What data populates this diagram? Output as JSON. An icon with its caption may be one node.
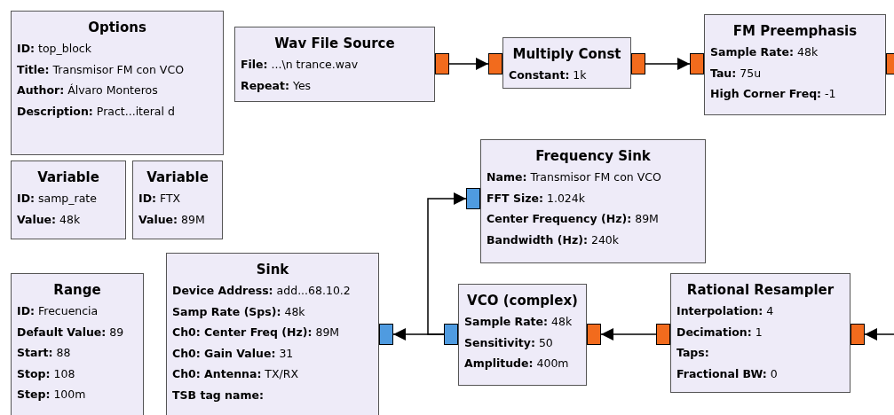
{
  "diagram": {
    "nodes": [
      {
        "text": [
          "Options",
          "**ID:** top_block",
          "**Title:** Transmisor FM con VCO",
          "**Author:** Álvaro Monteros",
          "**Description:** Pract...iteral d"
        ]
      },
      {
        "text": [
          "Variable",
          "**ID:** samp_rate",
          "**Value:** 48k"
        ]
      },
      {
        "text": [
          "Variable",
          "**ID:** FTX",
          "**Value:** 89M"
        ]
      },
      {
        "text": [
          "Wav File Source",
          "**File:** ...\\n trance.wav",
          "**Repeat:** Yes"
        ]
      },
      {
        "text": [
          "Multiply Const",
          "**Constant:** 1k"
        ]
      },
      {
        "text": [
          "FM Preemphasis",
          "**Sample Rate:** 48k",
          "**Tau:** 75u",
          "**High Corner Freq:** -1"
        ]
      },
      {
        "text": [
          "Frequency Sink",
          "**Name:** Transmisor FM con VCO",
          "**FFT Size:** 1.024k",
          "**Center Frequency (Hz):** 89M",
          "**Bandwidth (Hz):** 240k"
        ]
      },
      {
        "text": [
          "Range",
          "**ID:** Frecuencia",
          "**Default Value:** 89",
          "**Start:** 88",
          "**Stop:** 108",
          "**Step:** 100m"
        ]
      },
      {
        "text": [
          "Sink",
          "**Device Address:** add...68.10.2",
          "**Samp Rate (Sps):** 48k",
          "**Ch0: Center Freq (Hz):** 89M",
          "**Ch0: Gain Value:** 31",
          "**Ch0: Antenna:** TX/RX",
          "**TSB tag name:**"
        ]
      },
      {
        "text": [
          "VCO (complex)",
          "**Sample Rate:** 48k",
          "**Sensitivity:** 50",
          "**Amplitude:** 400m"
        ]
      },
      {
        "text": [
          "Rational Resampler",
          "**Interpolation:** 4",
          "**Decimation:** 1",
          "**Taps:**",
          "**Fractional BW:** 0"
        ]
      },
      {
        "text": [],
        "shape": "box"
      },
      {
        "text": [],
        "shape": "box"
      },
      {
        "text": [],
        "shape": "box"
      },
      {
        "text": [],
        "shape": "box"
      },
      {
        "text": [],
        "shape": "box"
      },
      {
        "text": [],
        "shape": "box"
      },
      {
        "text": [],
        "shape": "box"
      },
      {
        "text": [],
        "shape": "box"
      },
      {
        "text": [],
        "shape": "box"
      },
      {
        "text": [],
        "shape": "box"
      },
      {
        "text": [],
        "shape": "box"
      }
    ],
    "edges": [
      {
        "from": 11,
        "to": 12,
        "arrow": "to"
      },
      {
        "from": 13,
        "to": 14,
        "arrow": "to"
      },
      {
        "from": null,
        "to": 21,
        "arrow": "to"
      },
      {
        "from": 20,
        "to": 19,
        "arrow": "to"
      },
      {
        "from": 18,
        "to": 17,
        "arrow": "to"
      },
      {
        "from": 18,
        "to": 16,
        "arrow": "to"
      }
    ]
  }
}
